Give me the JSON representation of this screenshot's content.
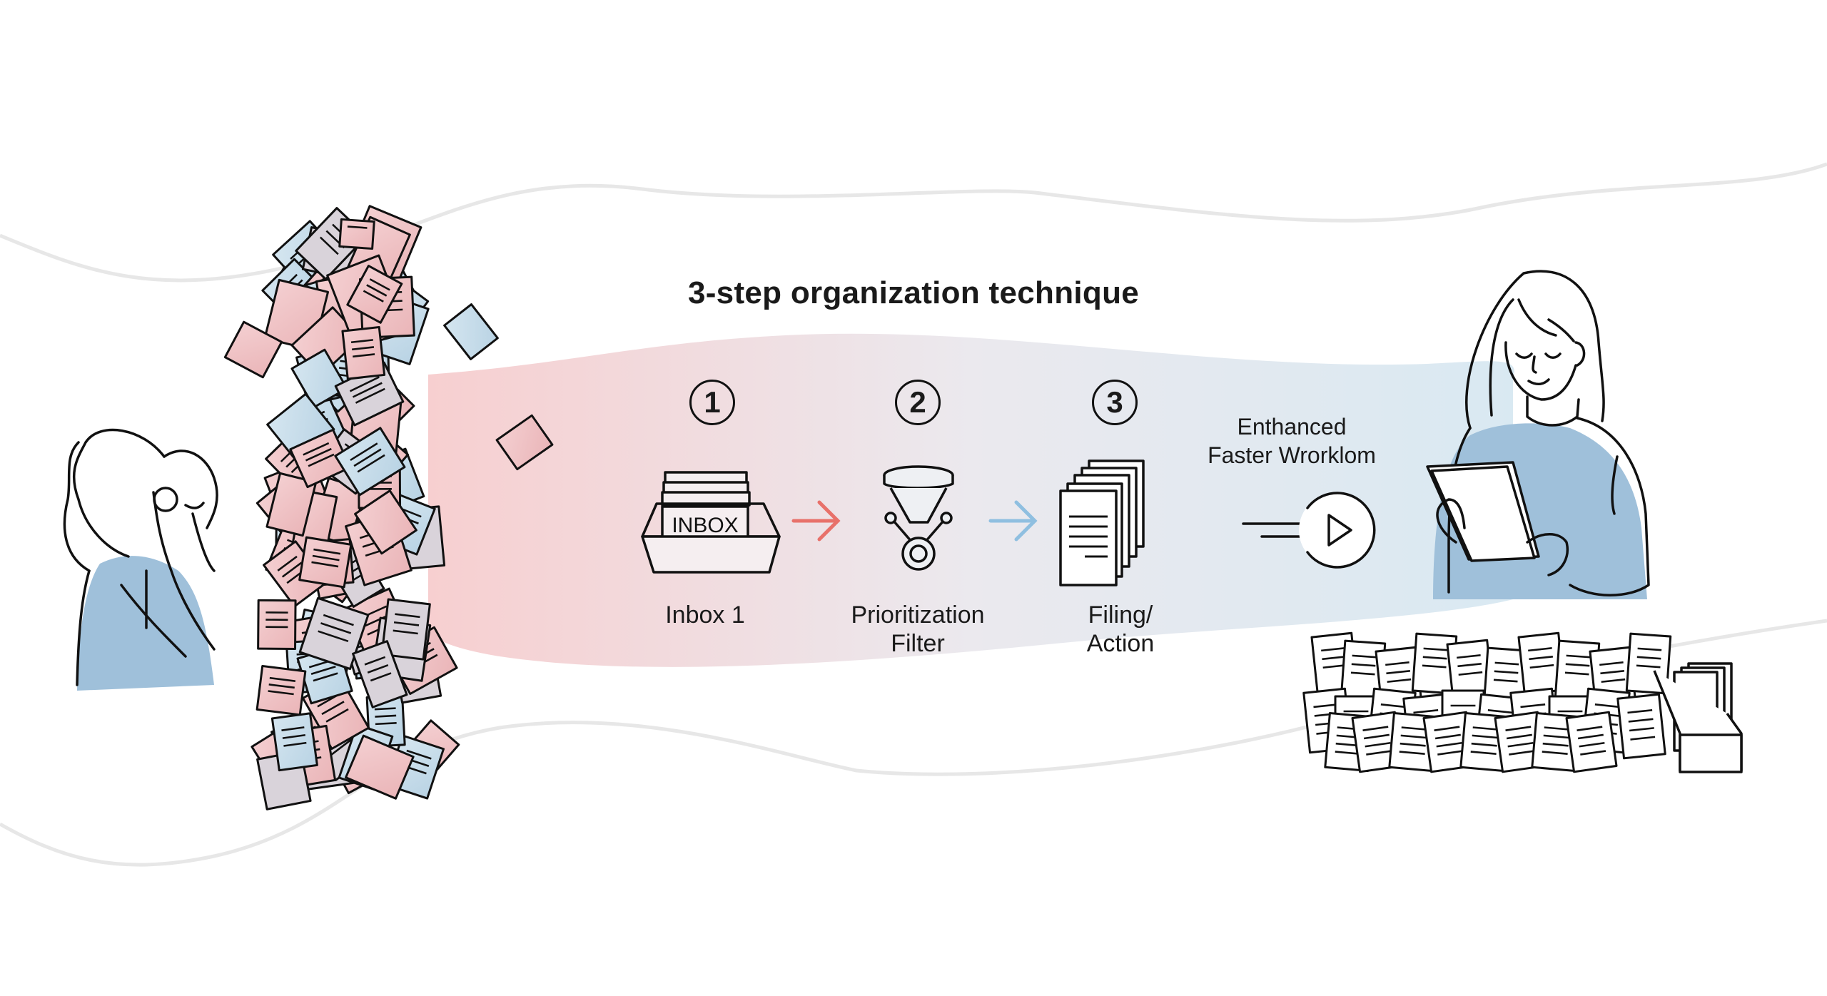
{
  "diagram": {
    "title": "3-step organization technique",
    "before_state": {
      "description": "Overwhelmed person covering face beside a tall pile of scattered papers",
      "paper_colors": [
        "#f2c6c8",
        "#c7dce9",
        "#d9d3da"
      ]
    },
    "flow_band": {
      "gradient_start": "#f7cfd0",
      "gradient_mid": "#ebe9ee",
      "gradient_end": "#d9e9f2"
    },
    "steps": [
      {
        "number": "1",
        "icon": "inbox-tray-icon",
        "icon_text": "INBOX",
        "label_line1": "Inbox 1",
        "label_line2": ""
      },
      {
        "number": "2",
        "icon": "funnel-filter-icon",
        "icon_text": "",
        "label_line1": "Prioritization",
        "label_line2": "Filter"
      },
      {
        "number": "3",
        "icon": "document-stack-icon",
        "icon_text": "",
        "label_line1": "Filing/",
        "label_line2": "Action"
      }
    ],
    "connectors": [
      {
        "from": "1",
        "to": "2",
        "color": "#e8716a"
      },
      {
        "from": "2",
        "to": "3",
        "color": "#8fbfe0"
      }
    ],
    "outcome": {
      "line1": "Enthanced",
      "line2": "Faster Wrorklom",
      "icon": "play-forward-icon"
    },
    "after_state": {
      "description": "Calm person reading a document, above neatly organized paper stacks and a file box",
      "sweater_color": "#9fc0da"
    },
    "colors": {
      "ink": "#111111",
      "wave_line": "#e6e6e6",
      "pink_paper": "#f2c6c8",
      "blue_paper": "#c7dce9"
    }
  }
}
